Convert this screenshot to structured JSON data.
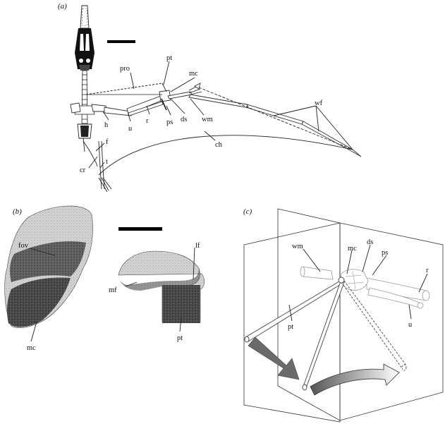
{
  "panels": {
    "a": "(a)",
    "b": "(b)",
    "c": "(c)"
  },
  "labels_a": {
    "pt": "pt",
    "pro": "pro",
    "mc": "mc",
    "ds": "ds",
    "wm": "wm",
    "ps": "ps",
    "r": "r",
    "u": "u",
    "h": "h",
    "wf": "wf",
    "ch": "ch",
    "f": "f",
    "t": "t",
    "cr": "cr"
  },
  "labels_b": {
    "fov": "fov",
    "mc": "mc",
    "lf": "lf",
    "mf": "mf",
    "pt": "pt"
  },
  "labels_c": {
    "wm": "wm",
    "mc": "mc",
    "ds": "ds",
    "ps": "ps",
    "r": "r",
    "u": "u",
    "pt": "pt"
  }
}
